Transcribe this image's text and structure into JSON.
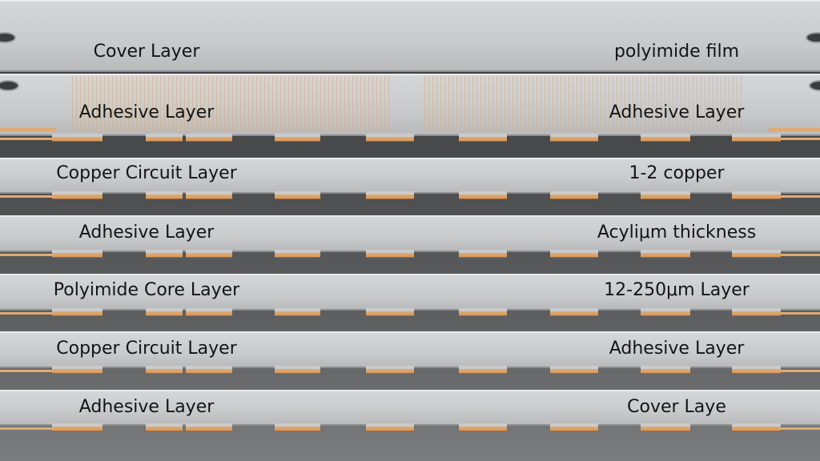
{
  "layers": [
    {
      "left": "Cover Layer",
      "right": "polyimide film"
    },
    {
      "left": "Adhesive Layer",
      "right": "Adhesive Layer"
    },
    {
      "left": "Copper Circuit Layer",
      "right": "1-2 copper"
    },
    {
      "left": "Adhesive Layer",
      "right": "Acyliμm thickness"
    },
    {
      "left": "Polyimide Core Layer",
      "right": "12-250μm Layer"
    },
    {
      "left": "Copper Circuit Layer",
      "right": "Adhesive Layer"
    },
    {
      "left": "Adhesive Layer",
      "right": "Cover Laye"
    }
  ],
  "colors": {
    "copper": "#e0aa72",
    "plate": "#cfd1d3",
    "gap": "#4a4c4e"
  }
}
